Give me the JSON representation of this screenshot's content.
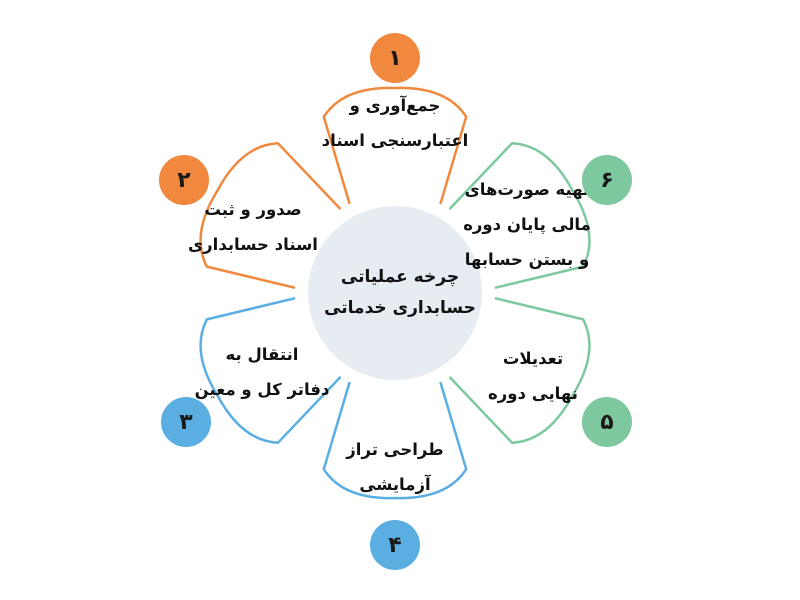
{
  "center": {
    "line1": "چرخه عملیاتی",
    "line2": "حسابداری خدماتی"
  },
  "colors": {
    "orange": "#F0883E",
    "green": "#7EC8A0",
    "blue": "#5AAEE2",
    "center_fill": "#E6ECF1"
  },
  "steps": [
    {
      "number": "۱",
      "color": "orange",
      "lines": [
        "جمع‌آوری و",
        "اعتبارسنجی اسناد"
      ]
    },
    {
      "number": "۲",
      "color": "orange",
      "lines": [
        "صدور و ثبت",
        "اسناد حسابداری"
      ]
    },
    {
      "number": "۳",
      "color": "blue",
      "lines": [
        "انتقال به",
        "دفاتر کل و معین"
      ]
    },
    {
      "number": "۴",
      "color": "blue",
      "lines": [
        "طراحی تراز",
        "آزمایشی"
      ]
    },
    {
      "number": "۵",
      "color": "green",
      "lines": [
        "تعدیلات",
        "نهایی دوره"
      ]
    },
    {
      "number": "۶",
      "color": "green",
      "lines": [
        "تهیه صورت‌های",
        "مالی پایان دوره",
        "و بستن حسابها"
      ]
    }
  ]
}
